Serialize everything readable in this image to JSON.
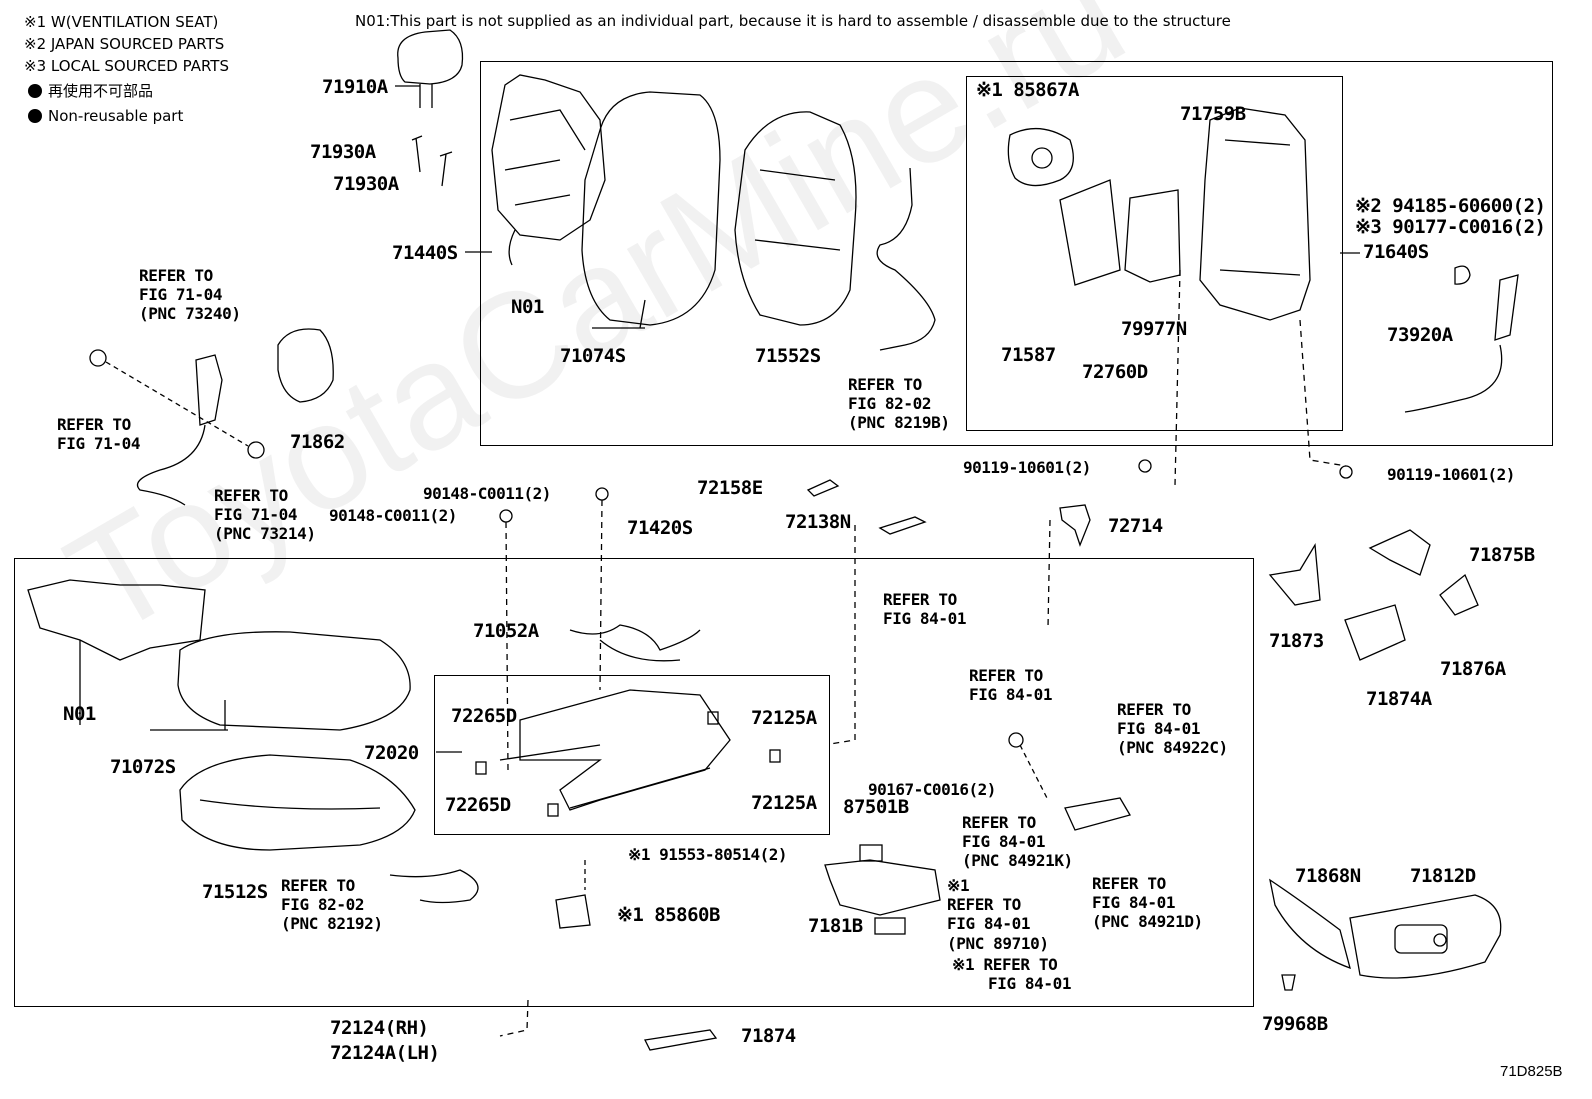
{
  "legend": {
    "ventilation": "※1 W(VENTILATION SEAT)",
    "japan": "※2 JAPAN SOURCED PARTS",
    "local": "※3 LOCAL SOURCED PARTS",
    "nonreuse_jp": "再使用不可部品",
    "nonreuse_en": "Non-reusable part"
  },
  "n01_note": "N01:This part is not supplied as an individual part, because it is hard to assemble / disassemble due to the structure",
  "watermark": "ToyotaCarMine.ru",
  "figure_code": "71D825B",
  "labels": {
    "p71910A": "71910A",
    "p71930A_1": "71930A",
    "p71930A_2": "71930A",
    "p71440S": "71440S",
    "p71074S": "71074S",
    "p71552S": "71552S",
    "n01_top": "N01",
    "p85867A": "※1 85867A",
    "p71759B": "71759B",
    "p94185": "※2 94185-60600(2)",
    "p90177": "※3 90177-C0016(2)",
    "p71640S": "71640S",
    "p79977N": "79977N",
    "p71587": "71587",
    "p72760D": "72760D",
    "p73920A": "73920A",
    "p71862": "71862",
    "p90119_a": "90119-10601(2)",
    "p90119_b": "90119-10601(2)",
    "p72158E": "72158E",
    "p72138N": "72138N",
    "p72714": "72714",
    "p90148_a": "90148-C0011(2)",
    "p90148_b": "90148-C0011(2)",
    "p71420S": "71420S",
    "p71052A": "71052A",
    "n01_bottom": "N01",
    "p71072S": "71072S",
    "p72265D_1": "72265D",
    "p72265D_2": "72265D",
    "p72020": "72020",
    "p72125A_1": "72125A",
    "p72125A_2": "72125A",
    "p71512S": "71512S",
    "p91553": "※1 91553-80514(2)",
    "p85860B": "※1 85860B",
    "p87501B": "87501B",
    "p90167": "90167-C0016(2)",
    "p7181B": "7181B",
    "p71875B": "71875B",
    "p71873": "71873",
    "p71876A": "71876A",
    "p71874A": "71874A",
    "p71868N": "71868N",
    "p71812D": "71812D",
    "p79968B": "79968B",
    "p72124RH": "72124(RH)",
    "p72124ALH": "72124A(LH)",
    "p71874": "71874"
  },
  "refs": {
    "r73240": [
      "REFER TO",
      "FIG 71-04",
      "(PNC 73240)"
    ],
    "r7104": [
      "REFER TO",
      "FIG 71-04"
    ],
    "r73214": [
      "REFER TO",
      "FIG 71-04",
      "(PNC 73214)"
    ],
    "r8219B": [
      "REFER TO",
      "FIG 82-02",
      "(PNC 8219B)"
    ],
    "r8401_a": [
      "REFER TO",
      "FIG 84-01"
    ],
    "r8401_b": [
      "REFER TO",
      "FIG 84-01"
    ],
    "r84922C": [
      "REFER TO",
      "FIG 84-01",
      "(PNC 84922C)"
    ],
    "r84921K": [
      "REFER TO",
      "FIG 84-01",
      "(PNC 84921K)"
    ],
    "r84921D": [
      "REFER TO",
      "FIG 84-01",
      "(PNC 84921D)"
    ],
    "r82192": [
      "REFER TO",
      "FIG 82-02",
      "(PNC 82192)"
    ],
    "r89710": [
      "※1",
      "REFER TO",
      "FIG 84-01",
      "(PNC 89710)"
    ],
    "r8401_c": [
      "※1 REFER TO",
      "FIG 84-01"
    ]
  }
}
